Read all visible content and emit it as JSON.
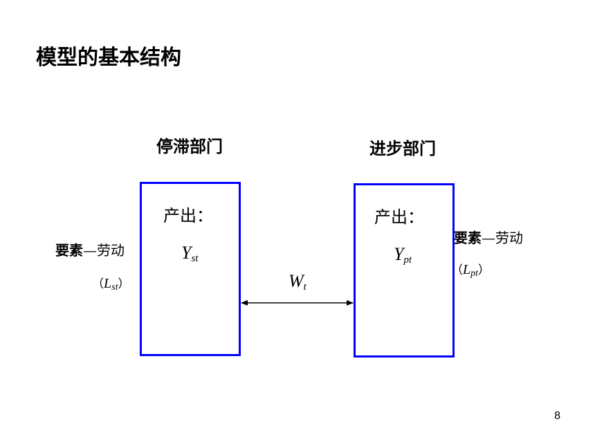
{
  "title": "模型的基本结构",
  "stagnant_sector": {
    "label": "停滞部门",
    "output_label": "产出：",
    "output_var": "Y",
    "output_sub": "st",
    "factor_bold": "要素",
    "factor_rest": "—劳动",
    "paren_open": "（",
    "labor_var": "L",
    "labor_sub": "st",
    "paren_close": "）"
  },
  "progressive_sector": {
    "label": "进步部门",
    "output_label": "产出：",
    "output_var": "Y",
    "output_sub": "pt",
    "factor_bold": "要素",
    "factor_rest": "—劳动",
    "paren_open": "（",
    "labor_var": "L",
    "labor_sub": "pt",
    "paren_close": "）"
  },
  "link": {
    "var": "W",
    "sub": "t"
  },
  "colors": {
    "box_border": "#0000ff",
    "arrow": "#000000"
  },
  "page_number": "8"
}
